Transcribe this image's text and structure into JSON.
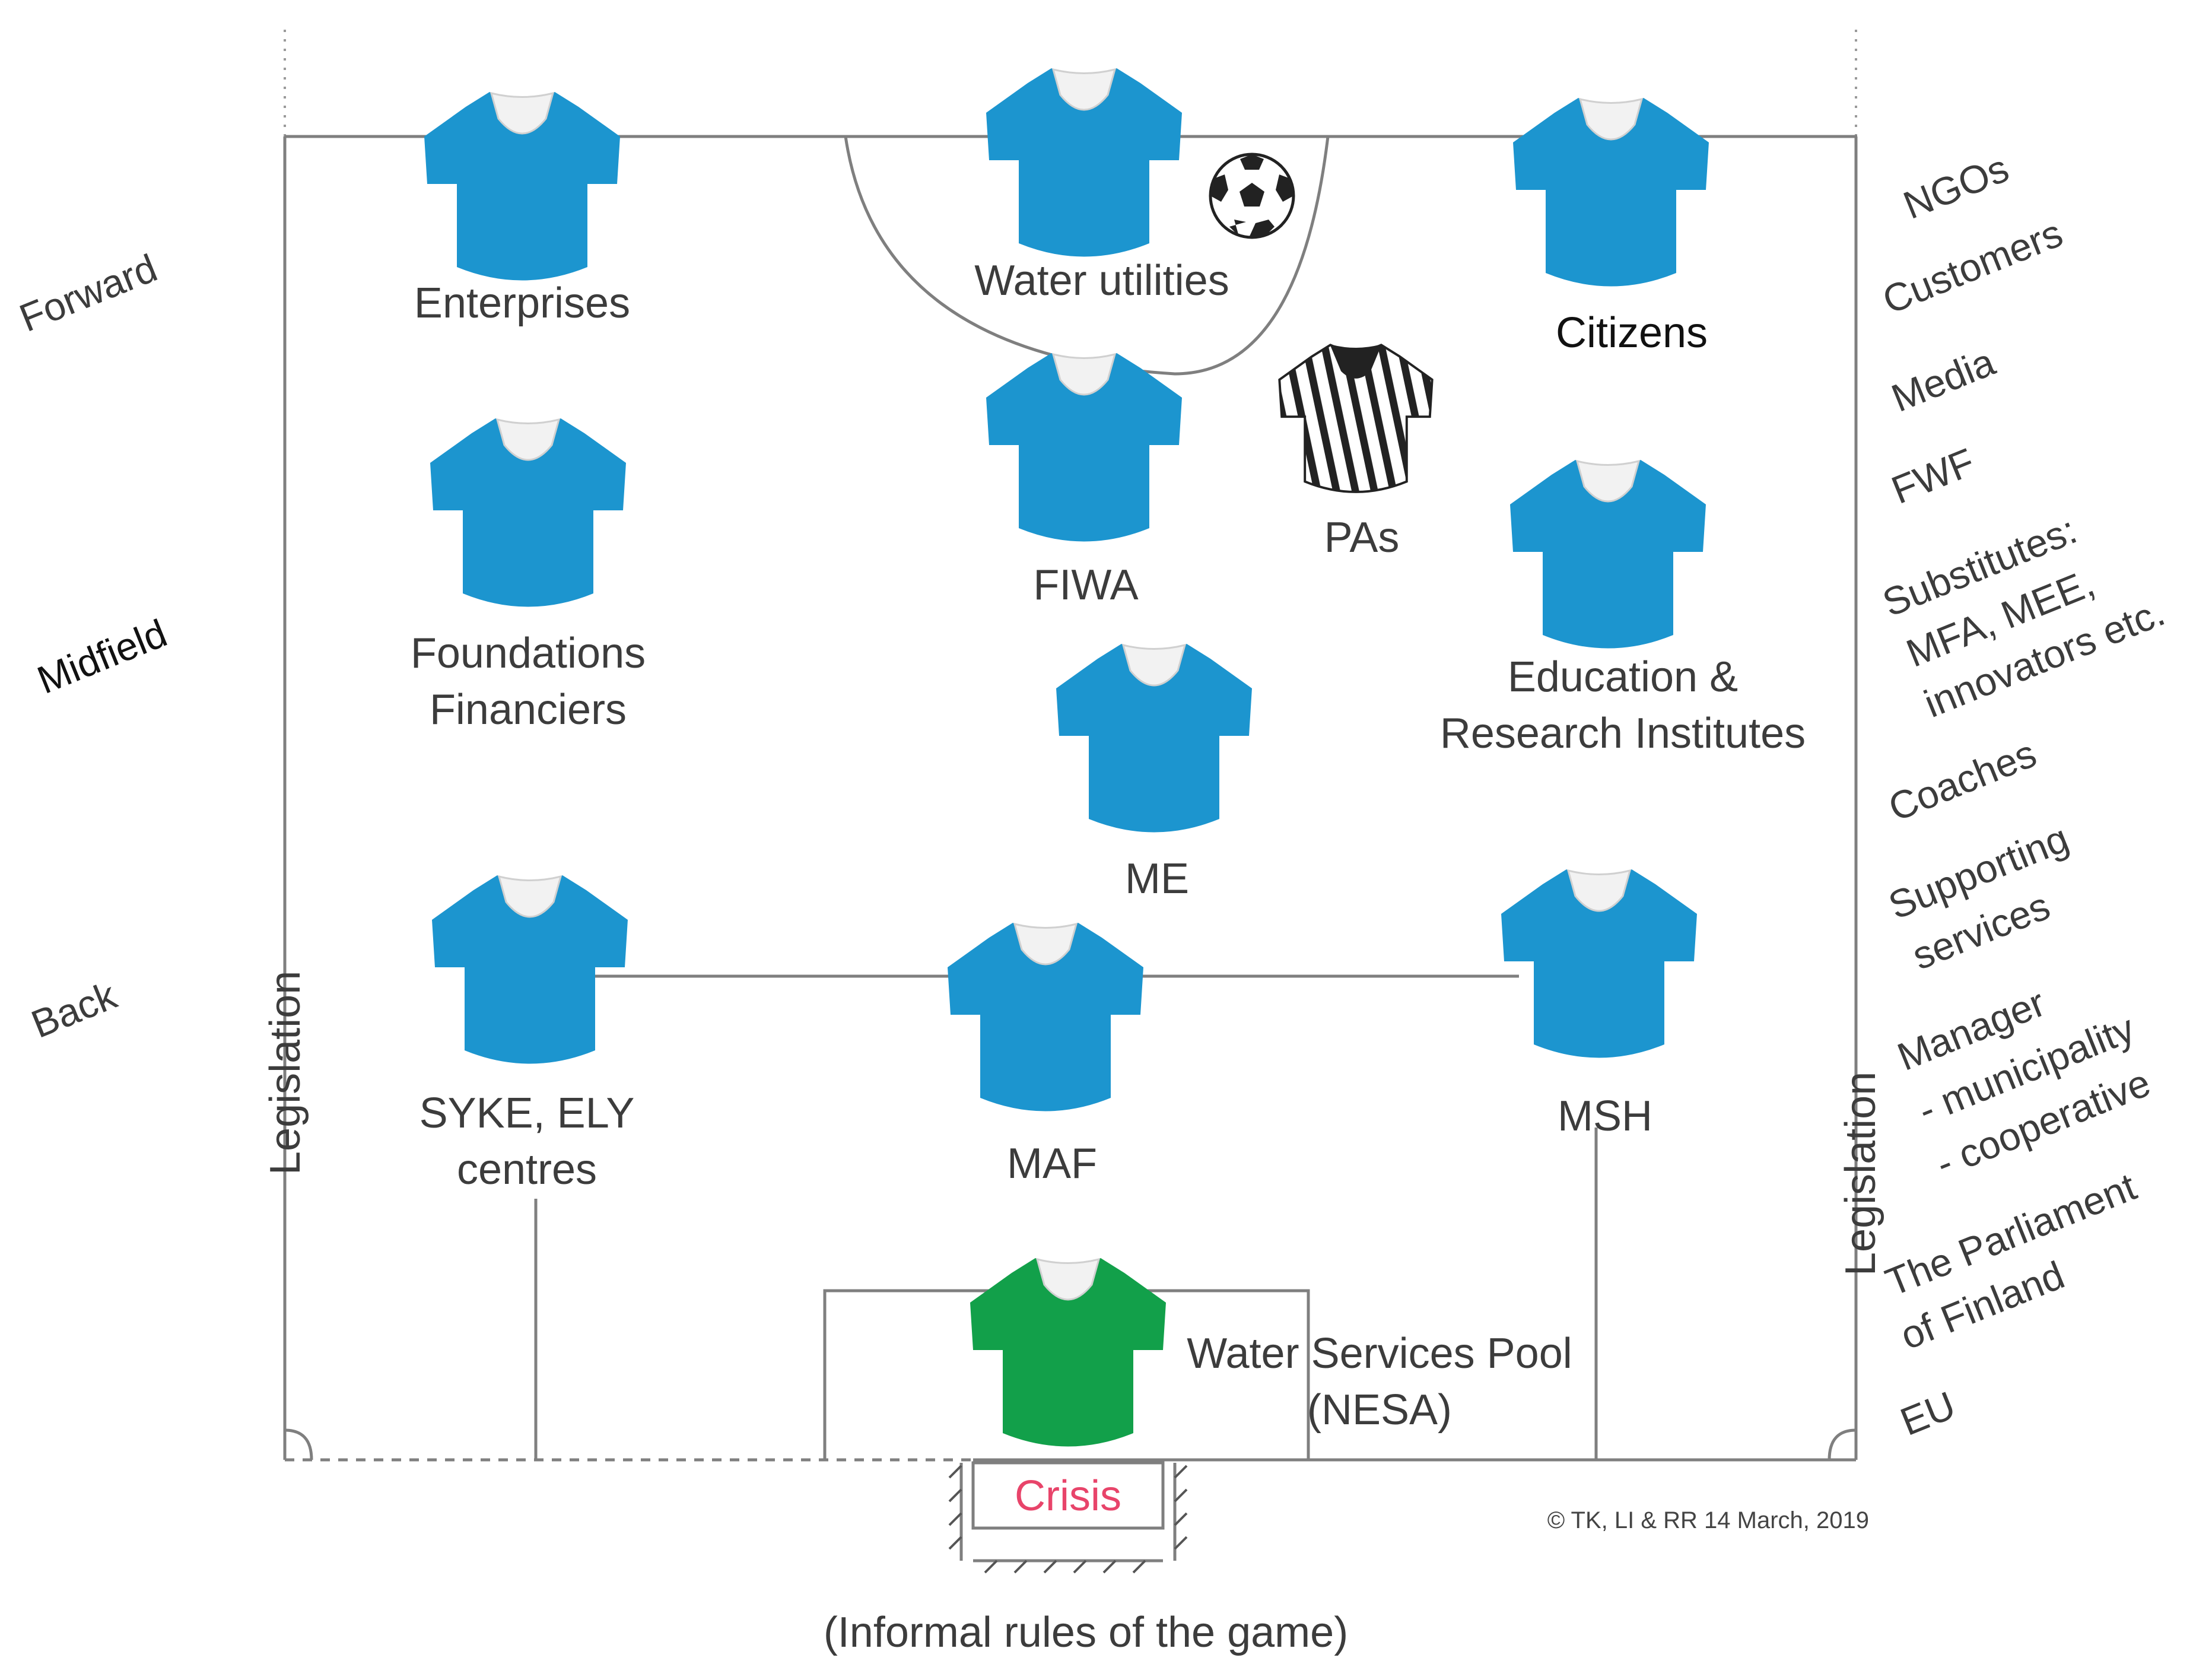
{
  "colors": {
    "jersey_blue": "#1c95cf",
    "jersey_green": "#12a04a",
    "collar": "#f2f2f2",
    "field_line": "#7f7f7f",
    "crisis_text": "#e8446a"
  },
  "positions": {
    "forward": "Forward",
    "midfield": "Midfield",
    "back": "Back"
  },
  "players": {
    "enterprises": "Enterprises",
    "water_utilities": "Water utilities",
    "citizens": "Citizens",
    "fiwa": "FIWA",
    "pas": "PAs",
    "foundations_line1": "Foundations",
    "foundations_line2": "Financiers",
    "education_line1": "Education &",
    "education_line2": "Research Institutes",
    "me": "ME",
    "syke_line1": "SYKE, ELY",
    "syke_line2": "centres",
    "maf": "MAF",
    "msh": "MSH",
    "pool_line1": "Water Services Pool",
    "pool_line2": "(NESA)"
  },
  "field": {
    "legislation_left": "Legislation",
    "legislation_right": "Legislation",
    "crisis": "Crisis",
    "copyright": "© TK, LI & RR 14 March, 2019",
    "informal_rules": "(Informal rules of the game)"
  },
  "sidebar": {
    "ngos": "NGOs",
    "customers": "Customers",
    "media": "Media",
    "fwf": "FWF",
    "substitutes_line1": "Substitutes:",
    "substitutes_line2": "MFA, MEE,",
    "substitutes_line3": "innovators etc.",
    "coaches": "Coaches",
    "supporting_line1": "Supporting",
    "supporting_line2": "services",
    "manager_line1": "Manager",
    "manager_line2": "- municipality",
    "manager_line3": "- cooperative",
    "parliament_line1": "The Parliament",
    "parliament_line2": "of Finland",
    "eu": "EU"
  },
  "icons": {
    "jersey": "shirt-icon",
    "referee": "referee-shirt-icon",
    "ball": "soccer-ball-icon"
  }
}
